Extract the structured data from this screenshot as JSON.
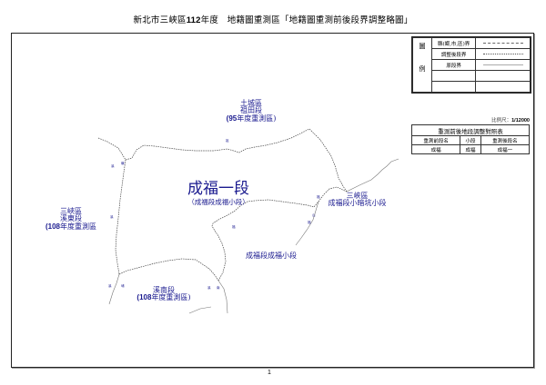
{
  "header": {
    "title_prefix": "新北市三峽區",
    "title_year": "112",
    "title_suffix": "年度　地籍圖重測區「地籍圖重測前後段界調整略圖」"
  },
  "legend": {
    "side_label": "圖例",
    "rows": [
      {
        "label": "縣(鄉,市,區)界",
        "symbol": "dash"
      },
      {
        "label": "調整後段界",
        "symbol": "dot"
      },
      {
        "label": "原段界",
        "symbol": "solid"
      },
      {
        "label": "",
        "symbol": ""
      },
      {
        "label": "",
        "symbol": ""
      }
    ]
  },
  "scale": {
    "label": "比例尺：",
    "value": "1/12000"
  },
  "comparison_table": {
    "title": "重測前後地段調整對照表",
    "headers": [
      "重測前段名",
      "小段",
      "重測後段名"
    ],
    "rows": [
      [
        "成福",
        "成福",
        "成福一"
      ]
    ]
  },
  "map_labels": {
    "main": {
      "name": "成福一段",
      "sub": "（成福段成福小段）"
    },
    "north": {
      "district": "土城區",
      "section": "祖田段",
      "year_num": "(95",
      "year_suffix": "年度重測區)"
    },
    "west": {
      "district": "三峽區",
      "section": "溪東段",
      "year_num": "(108",
      "year_suffix": "年度重測區"
    },
    "south": {
      "section": "溪南段",
      "year_num": "(108",
      "year_suffix": "年度重測區)"
    },
    "east": {
      "district": "三峽區",
      "section": "成福段小暗坑小段"
    },
    "southeast": {
      "section": "成福段成福小段"
    }
  },
  "colors": {
    "label_blue": "#1a1a8f",
    "boundary": "#444444"
  },
  "page_number": "1"
}
